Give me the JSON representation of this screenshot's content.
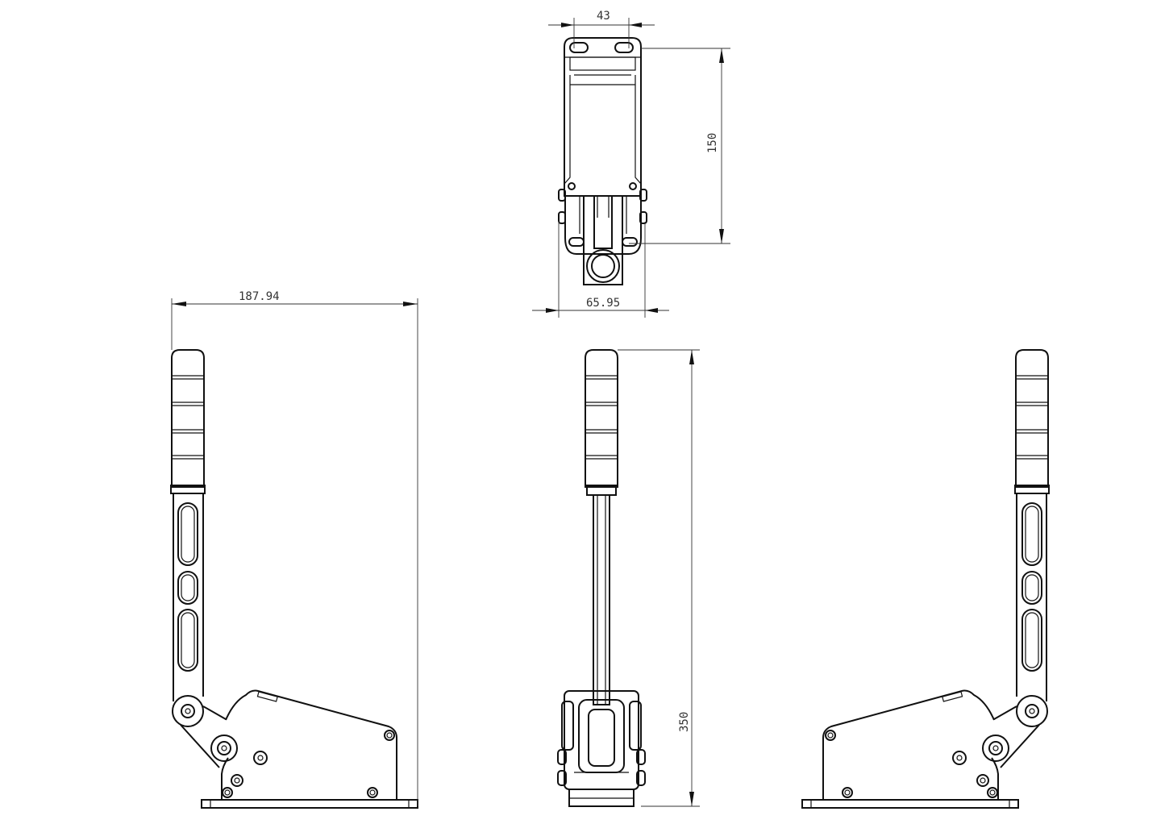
{
  "drawing": {
    "views": [
      "top-view",
      "left-side-view",
      "front-view",
      "right-side-view"
    ],
    "dimensions": {
      "top_width": "43",
      "top_height": "150",
      "top_overall_width": "65.95",
      "side_width": "187.94",
      "front_height": "350"
    },
    "line_color": "#111111",
    "background": "#ffffff"
  }
}
